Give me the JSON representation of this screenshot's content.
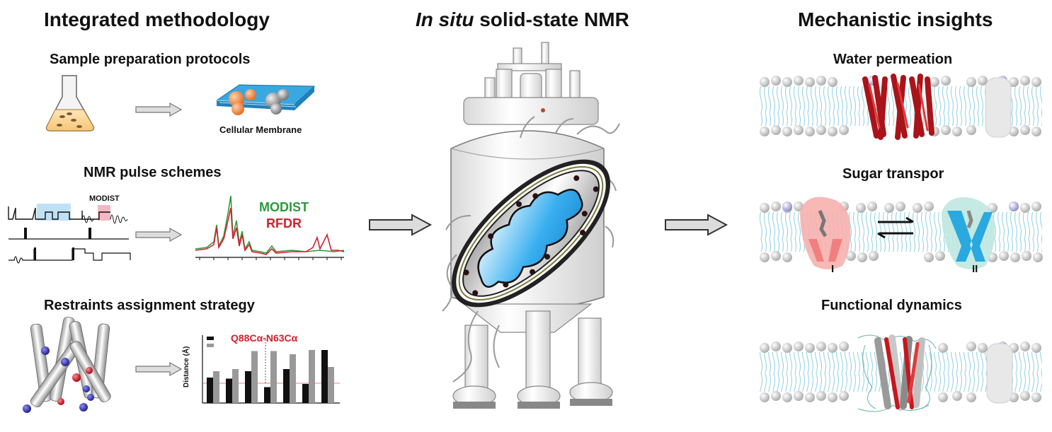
{
  "columns": {
    "left": {
      "title": "Integrated methodology",
      "panels": [
        {
          "title": "Sample preparation protocols",
          "label": "Cellular Membrane"
        },
        {
          "title": "NMR pulse schemes",
          "pulse_label": "MODIST",
          "legend": [
            "MODIST",
            "RFDR"
          ]
        },
        {
          "title": "Restraints assignment strategy",
          "annotation": "Q88Cα-N63Cα",
          "ylabel": "Distance (Å)"
        }
      ]
    },
    "center": {
      "title_italic": "In situ",
      "title_rest": " solid-state NMR"
    },
    "right": {
      "title": "Mechanistic insights",
      "panels": [
        {
          "title": "Water permeation"
        },
        {
          "title": "Sugar transpor",
          "state_labels": [
            "I",
            "II"
          ]
        },
        {
          "title": "Functional dynamics"
        }
      ]
    }
  },
  "colors": {
    "modist": "#2e9a3a",
    "rfdr": "#d3202f",
    "helix_red": "#c8161d",
    "sugar_blue": "#2aa8e0",
    "sugar_red": "#f08a8a"
  },
  "chart_data": {
    "type": "bar",
    "ylabel": "Distance (Å)",
    "series": [
      {
        "values": [
          2.4,
          2.3,
          3.0,
          1.5,
          3.2,
          1.8,
          5.0
        ]
      },
      {
        "values": [
          3.0,
          3.2,
          4.9,
          4.9,
          4.6,
          5.0,
          3.4
        ]
      }
    ],
    "annotation": "Q88Cα-N63Cα"
  }
}
